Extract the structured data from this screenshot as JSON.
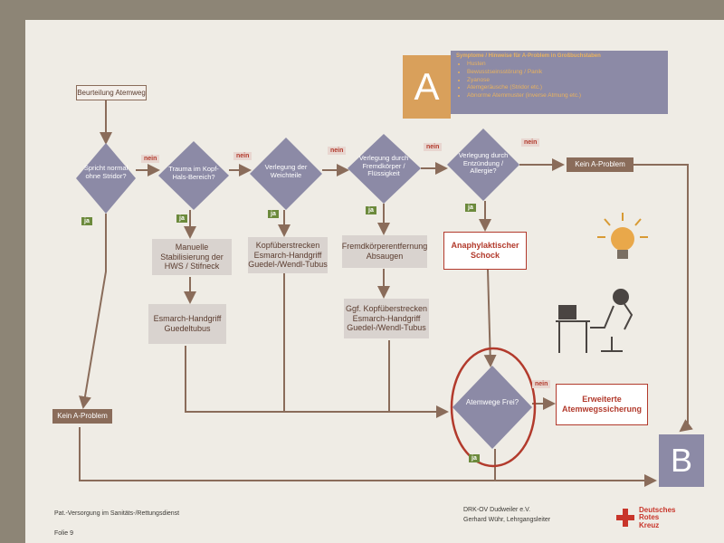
{
  "legend": {
    "letter": "A",
    "title": "Symptome / Hinweise für A-Problem in Großbuchstaben",
    "items": [
      "Husten",
      "Bewusstseinsstörung / Panik",
      "Zyanose",
      "Atemgeräusche (Stridor etc.)",
      "Abnorme Atemmuster (inverse Atmung etc.)"
    ]
  },
  "start": "Beurteilung Atemweg",
  "decisions": [
    {
      "label": "Spricht normal ohne Stridor?"
    },
    {
      "label": "Trauma im Kopf-Hals-Bereich?"
    },
    {
      "label": "Verlegung der Weichteile"
    },
    {
      "label": "Verlegung durch Fremdkörper / Flüssigkeit"
    },
    {
      "label": "Verlegung durch Entzündung / Allergie?"
    }
  ],
  "nein": "nein",
  "ja": "ja",
  "kein_a_problem_top": "Kein A-Problem",
  "kein_a_problem_left": "Kein A-Problem",
  "actions": {
    "hws": "Manuelle Stabilisierung der HWS / Stifneck",
    "esmarch1": "Esmarch-Handgriff Guedeltubus",
    "kopf1": "Kopfüberstrecken Esmarch-Handgriff Guedel-/Wendl-Tubus",
    "fremd": "Fremdkörperentfernung Absaugen",
    "kopf2": "Ggf. Kopfüberstrecken Esmarch-Handgriff Guedel-/Wendl-Tubus",
    "anaphylaxie": "Anaphylaktischer Schock"
  },
  "atemwege": "Atemwege Frei?",
  "erweiterte": "Erweiterte Atemwegssicherung",
  "b_letter": "B",
  "footer": {
    "left": "Pat.-Versorgung im Sanitäts-/Rettungsdienst",
    "page": "Folie 9",
    "org1": "DRK-OV Dudweiler e.V.",
    "org2": "Gerhard Wühr, Lehrgangsleiter",
    "drk1": "Deutsches",
    "drk2": "Rotes",
    "drk3": "Kreuz"
  },
  "colors": {
    "diamond": "#8c8aa6",
    "arrow": "#8a6c5a",
    "legend": "#d9a05b",
    "red": "#b23a2c",
    "green": "#6c8a3c",
    "b": "#8c8aa6"
  }
}
